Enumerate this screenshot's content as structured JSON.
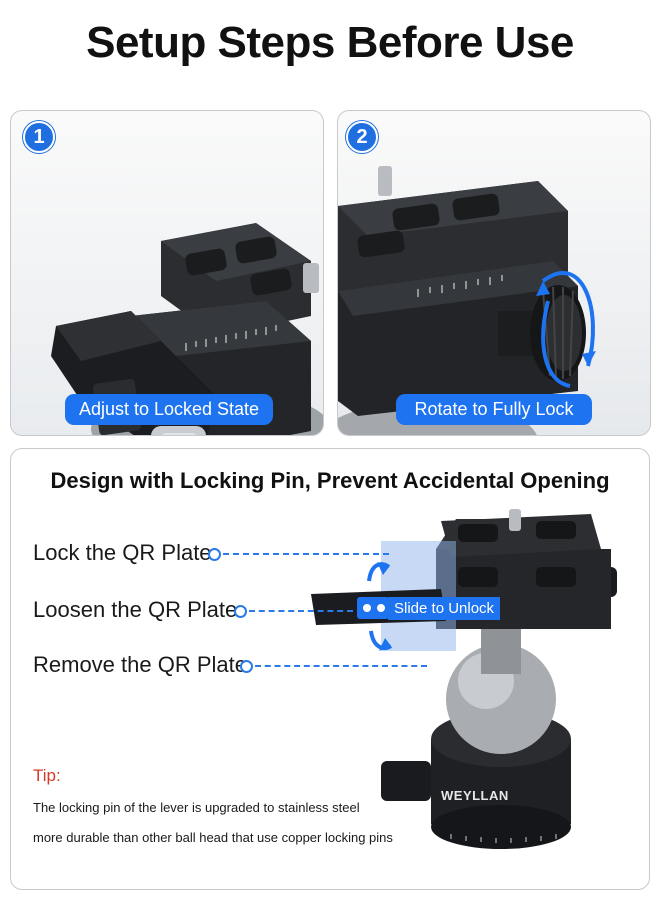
{
  "title": "Setup Steps Before Use",
  "steps": [
    {
      "number": "1",
      "caption": "Adjust to Locked State"
    },
    {
      "number": "2",
      "caption": "Rotate to Fully Lock"
    }
  ],
  "design": {
    "heading": "Design with Locking Pin, Prevent Accidental Opening",
    "features": [
      "Lock the QR Plate",
      "Loosen the QR Plate",
      "Remove the QR Plate"
    ],
    "slide_label": "Slide to Unlock",
    "brand": "WEYLLAN",
    "tip_label": "Tip:",
    "tip_lines": [
      "The locking pin of the lever is upgraded to stainless steel",
      "more durable than other ball head that use copper locking pins"
    ]
  },
  "colors": {
    "accent": "#1d73f0",
    "tip": "#d43a2a"
  }
}
